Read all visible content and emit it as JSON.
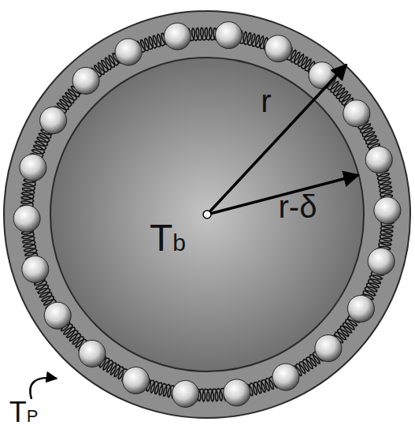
{
  "diagram": {
    "nodes": [
      {
        "text": [
          "Tb"
        ]
      }
    ],
    "labels": [
      "r",
      "r-δ",
      "TP"
    ]
  }
}
